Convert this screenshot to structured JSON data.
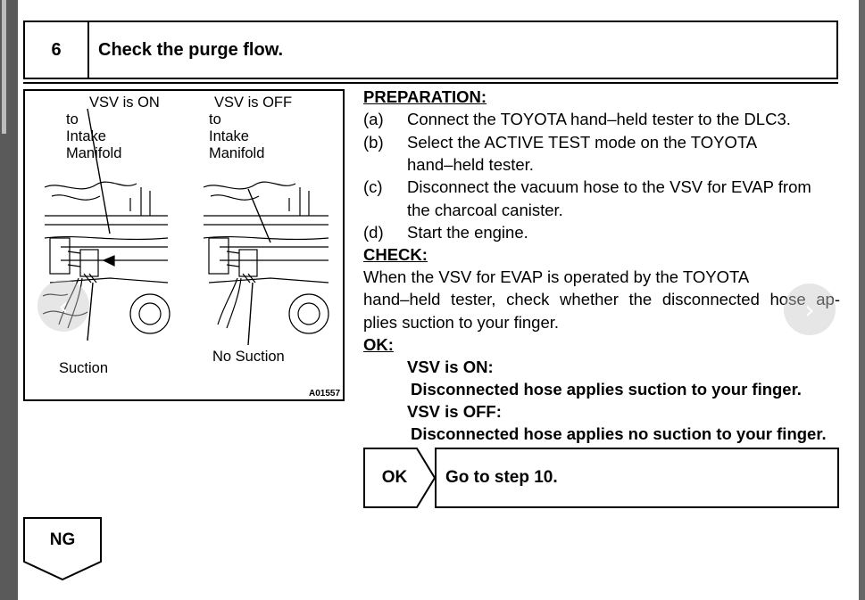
{
  "step": {
    "number": "6",
    "title": "Check the purge flow."
  },
  "figure": {
    "vsv_on_label": "VSV is ON",
    "vsv_off_label": "VSV is OFF",
    "to_label_left": "to",
    "intake_left": "Intake",
    "manifold_left": "Manifold",
    "to_label_right": "to",
    "intake_right": "Intake",
    "manifold_right": "Manifold",
    "suction_label": "Suction",
    "no_suction_label": "No Suction",
    "figure_code": "A01557"
  },
  "instructions": {
    "preparation_heading": "PREPARATION:",
    "prep_a_marker": "(a)",
    "prep_a": "Connect the TOYOTA hand–held tester to the DLC3.",
    "prep_b_marker": "(b)",
    "prep_b_line1": "Select the ACTIVE TEST mode on the TOYOTA",
    "prep_b_line2": "hand–held tester.",
    "prep_c_marker": "(c)",
    "prep_c_line1": "Disconnect the vacuum hose to the VSV for EVAP from",
    "prep_c_line2": "the charcoal canister.",
    "prep_d_marker": "(d)",
    "prep_d": "Start the engine.",
    "check_heading": "CHECK:",
    "check_line1": "When the VSV for EVAP is operated by the TOYOTA",
    "check_line2": "hand–held tester, check whether the disconnected hose ap-",
    "check_line3": "plies suction to your finger.",
    "ok_heading": "OK:",
    "ok_on_label": "VSV is ON:",
    "ok_on_result": "Disconnected hose applies suction to your finger.",
    "ok_off_label": "VSV is OFF:",
    "ok_off_result": "Disconnected hose applies no suction to your finger."
  },
  "result": {
    "ok_label": "OK",
    "ok_action": "Go to step 10.",
    "ng_label": "NG"
  },
  "nav": {
    "prev_icon": "chevron-left-icon",
    "next_icon": "chevron-right-icon"
  }
}
